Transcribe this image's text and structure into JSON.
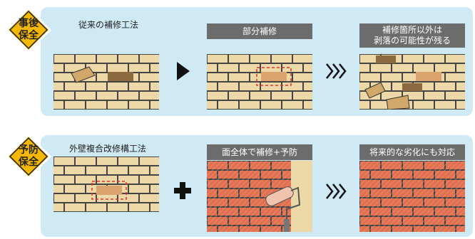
{
  "colors": {
    "panel_bg": "#cfe9f5",
    "brick": "#edd8a8",
    "mortar": "#444444",
    "damaged_brick": "#8b6a40",
    "repair_patch": "#dba36e",
    "repair_marker": "#e03030",
    "coated_brick": "#e07050",
    "badge_fill": "#f5b800",
    "title_bar": "#6c6c6c"
  },
  "after_maintenance": {
    "badge": {
      "line1": "事後",
      "line2": "保全"
    },
    "step1": {
      "caption": "従来の補修工法"
    },
    "step2": {
      "title": "部分補修"
    },
    "step3": {
      "title_line1": "補修箇所以外は",
      "title_line2": "剥落の可能性が残る"
    }
  },
  "preventive_maintenance": {
    "badge": {
      "line1": "予防",
      "line2": "保全"
    },
    "step1": {
      "caption": "外壁複合改修構工法"
    },
    "step2": {
      "title": "面全体で補修+予防"
    },
    "step3": {
      "title": "将来的な劣化にも対応"
    }
  },
  "icons": [
    "play-arrow-icon",
    "triple-chevron-icon",
    "plus-icon",
    "paint-roller-icon"
  ]
}
